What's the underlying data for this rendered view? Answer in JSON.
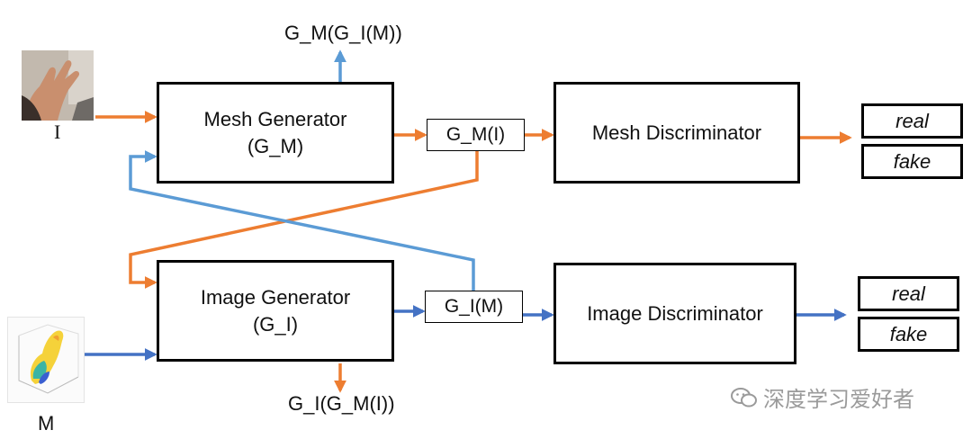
{
  "diagram": {
    "input_image_label": "I",
    "input_mesh_label": "M",
    "mesh_generator": {
      "line1": "Mesh Generator",
      "line2": "(G_M)"
    },
    "image_generator": {
      "line1": "Image Generator",
      "line2": "(G_I)"
    },
    "mesh_output": "G_M(I)",
    "image_output": "G_I(M)",
    "mesh_discriminator": "Mesh Discriminator",
    "image_discriminator": "Image Discriminator",
    "mesh_cycle_output": "G_M(G_I(M))",
    "image_cycle_output": "G_I(G_M(I))",
    "mesh_outcomes": [
      "real",
      "fake"
    ],
    "image_outcomes": [
      "real",
      "fake"
    ]
  },
  "watermark": {
    "text": "深度学习爱好者",
    "icon": "wechat-icon"
  },
  "colors": {
    "orange": "#ED7D31",
    "blue_light": "#5B9BD5",
    "blue_dark": "#4472C4"
  }
}
